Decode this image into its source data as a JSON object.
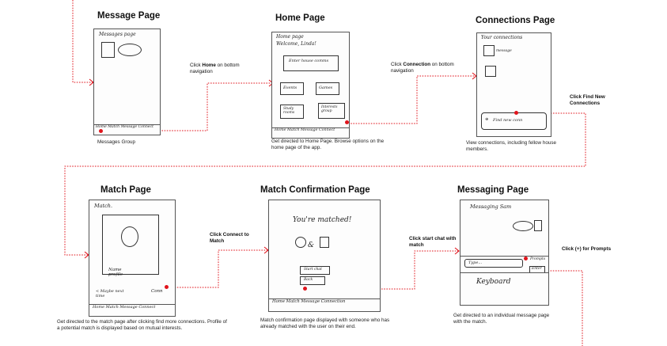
{
  "screens": {
    "message": {
      "title": "Message Page",
      "caption": "Messages Group",
      "header": "Messages page",
      "nav": "Home Match Message Connect"
    },
    "home": {
      "title": "Home Page",
      "caption": "Get directed to Home Page. Browse options on the home page of the app.",
      "header": "Home page",
      "welcome": "Welcome, Linda!",
      "enter": "Enter house comms",
      "events": "Events",
      "games": "Games",
      "study": "Study rooms",
      "interests": "Interests group",
      "nav": "Home Match Message Connect"
    },
    "connections": {
      "title": "Connections Page",
      "caption": "View connections, including fellow house members.",
      "header": "Your connections",
      "row1": "message",
      "find": "Find new conn",
      "nav": ""
    },
    "match": {
      "title": "Match Page",
      "caption": "Get directed to the match page after clicking find more connections. Profile of a potential match is displayed based on mutual interests.",
      "header": "Match.",
      "profile": "Name profile",
      "maybe": "< Maybe next time",
      "connect": "Conn",
      "nav": "Home Match Message Connect"
    },
    "confirm": {
      "title": "Match Confirmation Page",
      "caption": "Match confirmation page displayed with someone who has already matched with the user on their end.",
      "header": "You're matched!",
      "btn1": "Start chat",
      "btn2": "Back",
      "nav": "Home Match Message Connection"
    },
    "messaging": {
      "title": "Messaging Page",
      "caption": "Get directed to an individual message page with the match.",
      "header": "Messaging Sam",
      "type": "Type...",
      "prompts": "Prompts",
      "enter": "Enter",
      "keyboard": "Keyboard"
    }
  },
  "steps": {
    "s1": "Click Home on bottom navigation",
    "s1_bold": "Home",
    "s2": "Click Connection on bottom navigation",
    "s2_bold": "Connection",
    "s3": "Click Find New Connections",
    "s4": "Click Connect to Match",
    "s5": "Click start chat with match",
    "s6": "Click (+) for Prompts"
  },
  "colors": {
    "flow": "#e0141c"
  }
}
